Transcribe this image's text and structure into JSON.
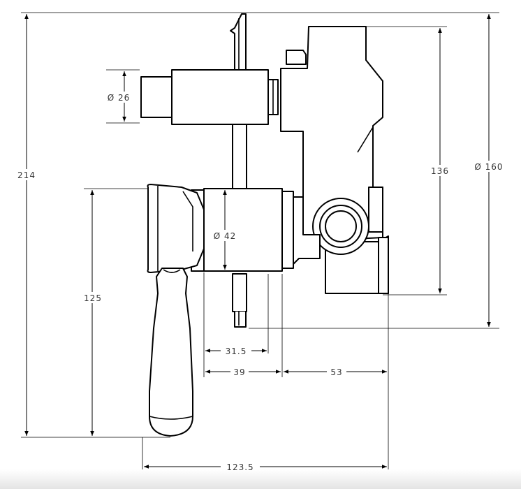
{
  "dimensions": {
    "overall_height": "214",
    "outlet_diameter": "Ø 26",
    "handle_height": "125",
    "body_diameter": "Ø 42",
    "body_height": "136",
    "plate_diameter": "Ø 160",
    "offset_31_5": "31.5",
    "offset_39": "39",
    "offset_53": "53",
    "overall_width": "123.5"
  }
}
